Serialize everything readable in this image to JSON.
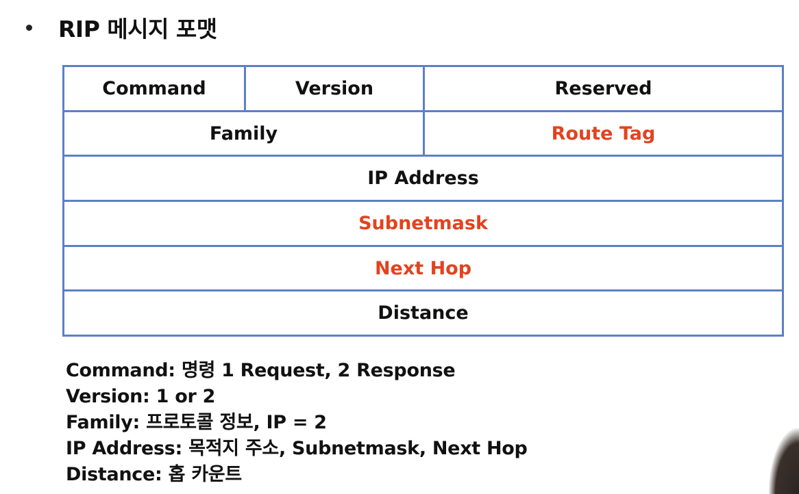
{
  "title": {
    "text": "RIP 메시지 포맷"
  },
  "packet": {
    "rows": [
      [
        {
          "label": "Command",
          "color": "#111111"
        },
        {
          "label": "Version",
          "color": "#111111"
        },
        {
          "label": "Reserved",
          "color": "#111111"
        }
      ],
      [
        {
          "label": "Family",
          "color": "#111111"
        },
        {
          "label": "Route Tag",
          "color": "#e2431f"
        }
      ],
      [
        {
          "label": "IP Address",
          "color": "#111111"
        }
      ],
      [
        {
          "label": "Subnetmask",
          "color": "#e2431f"
        }
      ],
      [
        {
          "label": "Next Hop",
          "color": "#e2431f"
        }
      ],
      [
        {
          "label": "Distance",
          "color": "#111111"
        }
      ]
    ],
    "border_color": "#5b80c6",
    "highlight_color": "#e2431f"
  },
  "notes": [
    "Command: 명령 1 Request, 2 Response",
    "Version: 1 or 2",
    "Family: 프로토콜 정보, IP = 2",
    "IP Address: 목적지  주소, Subnetmask, Next Hop",
    "Distance: 홉 카운트"
  ]
}
